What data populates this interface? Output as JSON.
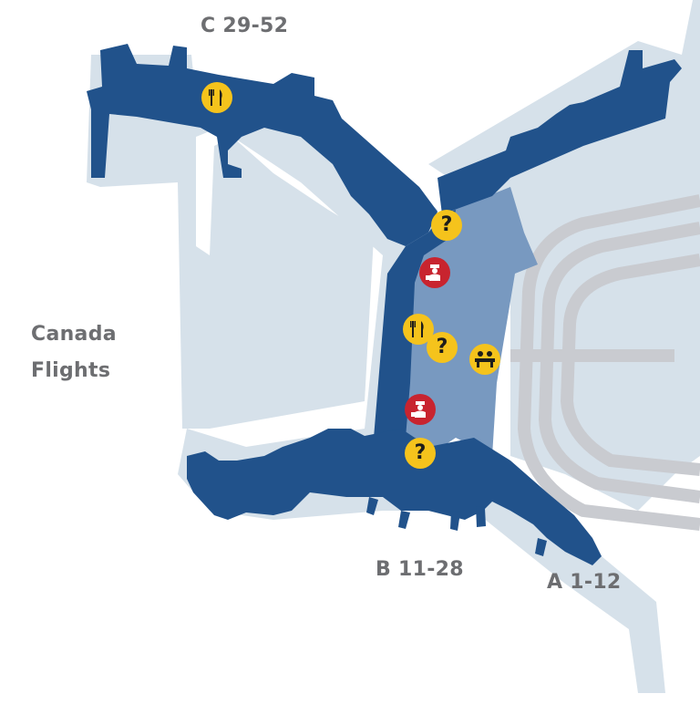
{
  "map": {
    "colors": {
      "terminal": "#21528b",
      "terminal_light": "#7899c0",
      "apron": "#d6e1ea",
      "roads": "#c9cbd0",
      "label": "#6d6e71",
      "info": "#f5c31c",
      "customs": "#c8242f"
    },
    "labels": {
      "gates_c": "C 29-52",
      "gates_b": "B 11-28",
      "gates_a": "A 1-12",
      "canada_line1": "Canada",
      "canada_line2": "Flights"
    },
    "pois": [
      {
        "kind": "food",
        "icon": "fork-knife-icon"
      },
      {
        "kind": "info",
        "icon": "question-icon",
        "glyph": "?"
      },
      {
        "kind": "customs",
        "icon": "customs-officer-icon"
      },
      {
        "kind": "food",
        "icon": "fork-knife-icon"
      },
      {
        "kind": "info",
        "icon": "question-icon",
        "glyph": "?"
      },
      {
        "kind": "checkin",
        "icon": "check-in-desk-icon"
      },
      {
        "kind": "customs",
        "icon": "customs-officer-icon"
      },
      {
        "kind": "info",
        "icon": "question-icon",
        "glyph": "?"
      }
    ]
  }
}
